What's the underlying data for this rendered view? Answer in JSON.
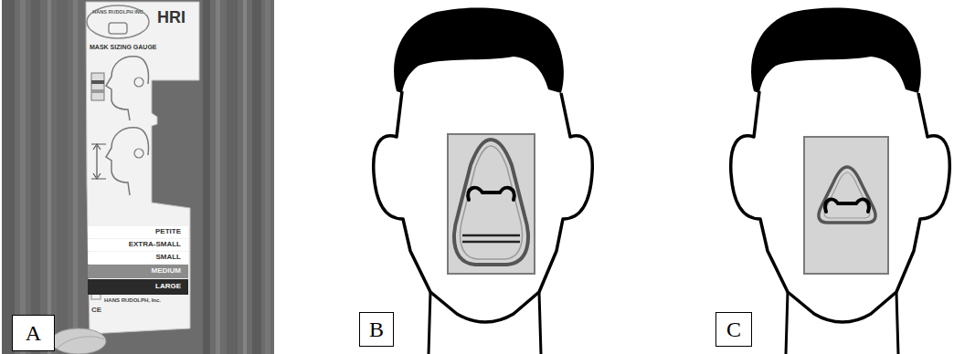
{
  "diagram": {
    "nodes": [
      {
        "text": [
          "HANS RUDOLPH INC",
          "HRI",
          "MASK SIZING GAUGE",
          "HANS RUDOLPH, Inc."
        ]
      },
      {
        "text": [
          "PETITE"
        ],
        "in": 0
      },
      {
        "text": [
          "EXTRA-SMALL"
        ],
        "in": 0
      },
      {
        "text": [
          "SMALL"
        ],
        "in": 0
      },
      {
        "text": [
          "MEDIUM"
        ],
        "in": 0
      },
      {
        "text": [
          "LARGE"
        ],
        "in": 0
      },
      {
        "text": [
          "A"
        ]
      },
      {
        "text": [
          "B"
        ]
      },
      {
        "text": [
          "C"
        ]
      }
    ],
    "labels": [
      "CE"
    ]
  }
}
